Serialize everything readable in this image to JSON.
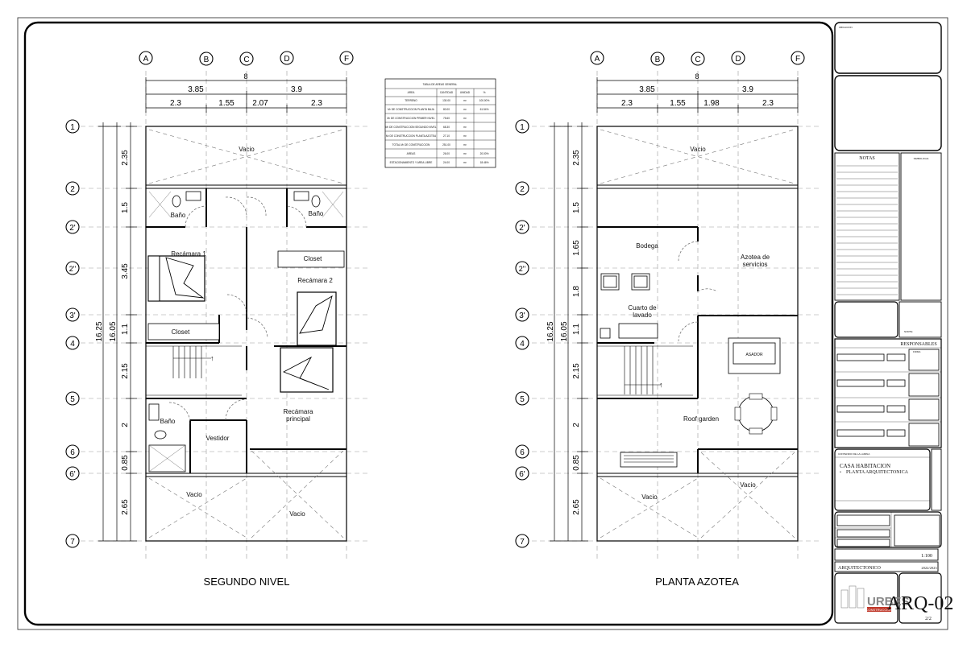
{
  "plans": {
    "left": {
      "title": "SEGUNDO NIVEL",
      "top_total": "8",
      "top_sub": [
        "3.85",
        "3.9"
      ],
      "top_parts": [
        "2.3",
        "1.55",
        "2.07",
        "2.3"
      ],
      "left_total": "16.25",
      "left_inner": "16.05",
      "left_parts": [
        "2.35",
        "1.5",
        "3.45",
        "1.1",
        "2.15",
        "2",
        "0.85",
        "2.65"
      ],
      "rooms": {
        "vacio_top": "Vacio",
        "bano_l": "Baño",
        "bano_r": "Baño",
        "recamara1": "Recámara 1",
        "closet_r": "Closet",
        "recamara2": "Recámara 2",
        "closet_l": "Closet",
        "bano_bottom": "Baño",
        "vestidor": "Vestidor",
        "recamara_principal_1": "Recámara",
        "recamara_principal_2": "principal",
        "vacio_bl": "Vacio",
        "vacio_br": "Vacio"
      },
      "stair_mark": "↑"
    },
    "right": {
      "title": "PLANTA AZOTEA",
      "top_total": "8",
      "top_sub": [
        "3.85",
        "3.9"
      ],
      "top_parts": [
        "2.3",
        "1.55",
        "1.98",
        "2.3"
      ],
      "left_total": "16.25",
      "left_inner": "16.05",
      "left_parts": [
        "2.35",
        "1.5",
        "1.65",
        "1.8",
        "1.1",
        "2.15",
        "2",
        "0.85",
        "2.65"
      ],
      "rooms": {
        "vacio_top": "Vacio",
        "bodega": "Bodega",
        "azotea_1": "Azotea de",
        "azotea_2": "servicios",
        "cuarto_1": "Cuarto de",
        "cuarto_2": "lavado",
        "asador": "ASADOR",
        "roof": "Roof garden",
        "vacio_bl": "Vacio",
        "vacio_br": "Vacio"
      },
      "stair_mark": "↑"
    }
  },
  "grid": {
    "columns": [
      "A",
      "B",
      "C",
      "D",
      "F"
    ],
    "rows": [
      "1",
      "2",
      "2'",
      "2''",
      "3'",
      "4",
      "5",
      "6",
      "6'",
      "7"
    ]
  },
  "area_table": {
    "title": "TABLA DE AREAS GENERAL",
    "headers": [
      "AREA",
      "CANTIDAD",
      "UNIDAD",
      "%"
    ],
    "rows": [
      [
        "TERRENO",
        "130.00",
        "m²",
        "100.00%"
      ],
      [
        "M² DE CONSTRUCCION PLANTA BAJA",
        "80.00",
        "m²",
        "61.54%"
      ],
      [
        "M² DE CONSTRUCCION PRIMER NIVEL",
        "75.60",
        "m²",
        ""
      ],
      [
        "M² DE CONSTRUCCION SEGUNDO NIVEL",
        "68.30",
        "m²",
        ""
      ],
      [
        "M² DE CONSTRUCCION PLANTA AZOTEA",
        "27.10",
        "m²",
        ""
      ],
      [
        "TOTAL M² DE CONSTRUCCION",
        "251.00",
        "m²",
        ""
      ],
      [
        "AREAS",
        "26.00",
        "m²",
        "20.00%"
      ],
      [
        "ESTACIONAMIENTO Y AREA LIBRE",
        "24.00",
        "m²",
        "18.46%"
      ]
    ]
  },
  "title_block": {
    "ubicacion": "UBICACION",
    "notas": "NOTAS",
    "simbologia": "SIMBOLOGIA",
    "norte": "NORTE",
    "responsables": "RESPONSABLES",
    "firma": "FIRMA",
    "contenido": "CONTENIDO DE LA LAMINA",
    "proyecto_1": "CASA HABITACION",
    "proyecto_2": "PLANTA ARQUITECTONICA",
    "especialidad": "ARQUITECTONICO",
    "escala": "1:100",
    "fecha": "2022/2023",
    "clave": "ARQ-02",
    "hoja": "2/2",
    "logo_text": "URBES",
    "logo_sub": "CONSTRUCCION"
  }
}
